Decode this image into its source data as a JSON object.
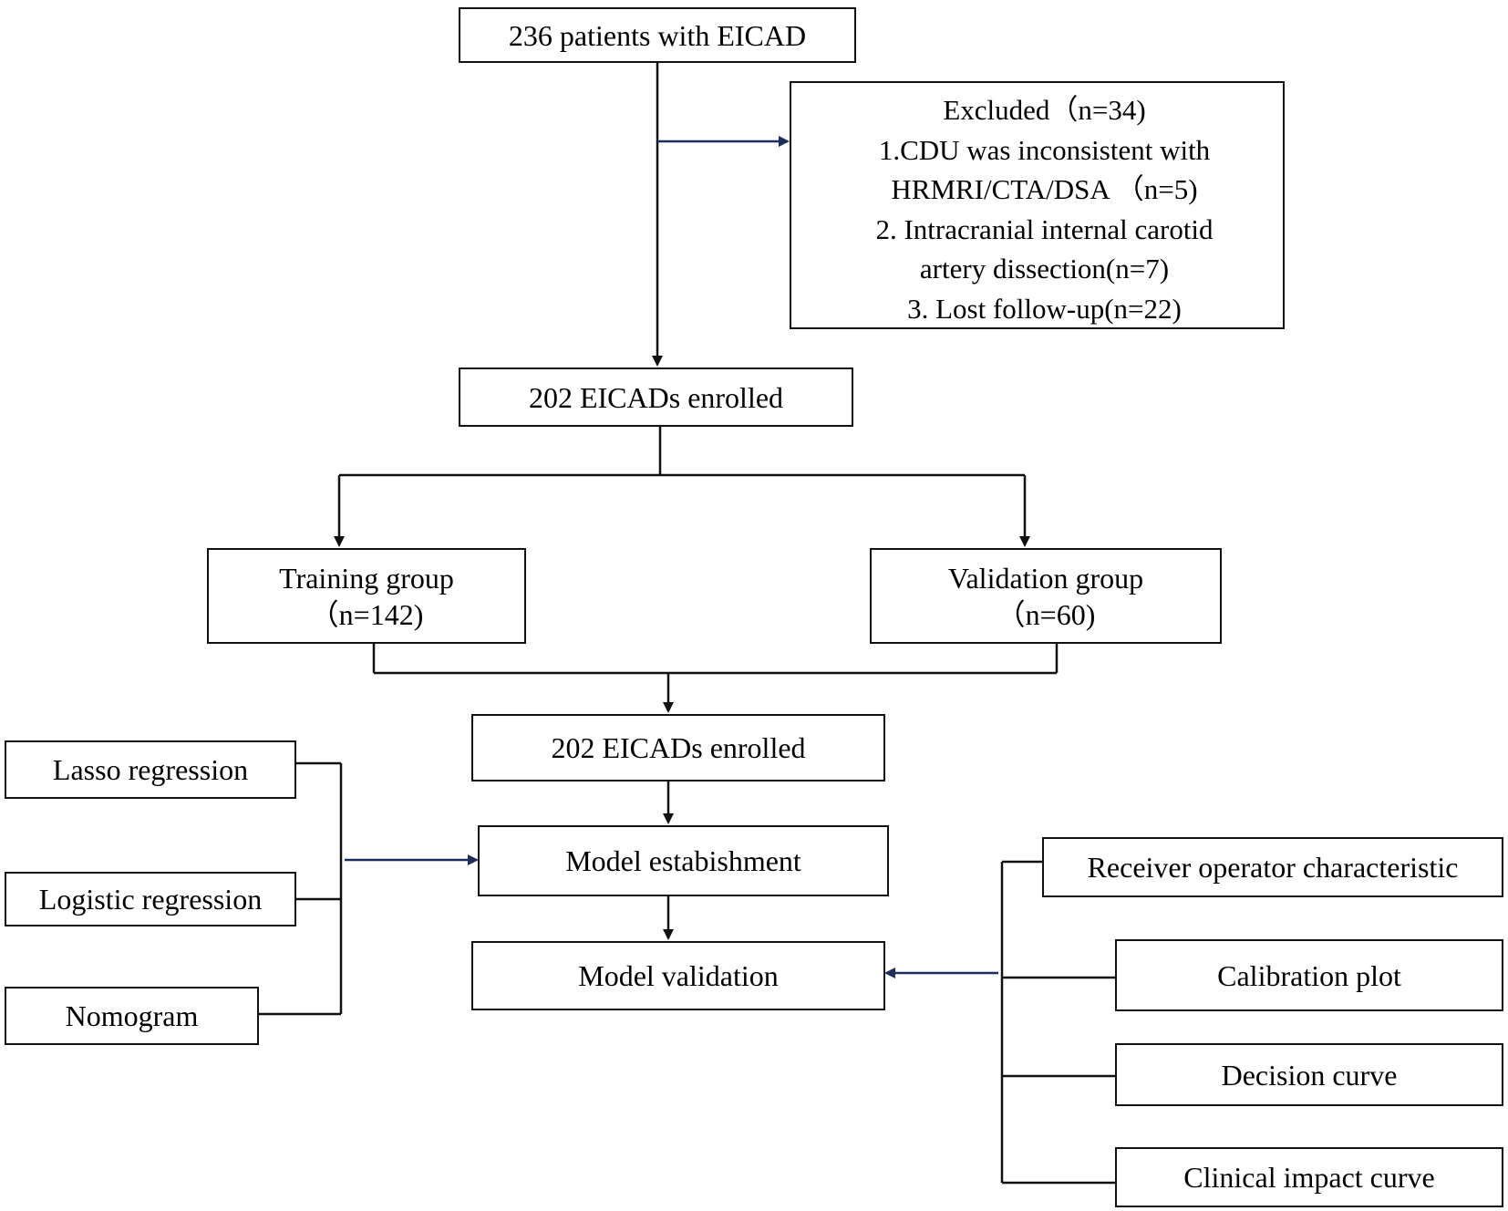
{
  "flowchart": {
    "start": "236 patients with EICAD",
    "excluded": {
      "title": "Excluded（n=34)",
      "lines": [
        "1.CDU was inconsistent with",
        "HRMRI/CTA/DSA （n=5)",
        "2. Intracranial internal carotid",
        "artery dissection(n=7)",
        "3. Lost follow-up(n=22)"
      ]
    },
    "enrolled_1": "202 EICADs enrolled",
    "training": {
      "label": "Training group",
      "count": "（n=142)"
    },
    "validation": {
      "label": "Validation group",
      "count": "（n=60)"
    },
    "enrolled_2": "202 EICADs enrolled",
    "model_establishment": "Model estabishment",
    "model_validation": "Model validation",
    "methods": [
      "Lasso regression",
      "Logistic regression",
      "Nomogram"
    ],
    "validation_methods": [
      "Receiver operator characteristic",
      "Calibration plot",
      "Decision curve",
      "Clinical impact curve"
    ]
  },
  "colors": {
    "line": "#111111",
    "arrow_blue": "#1f2d5c"
  }
}
